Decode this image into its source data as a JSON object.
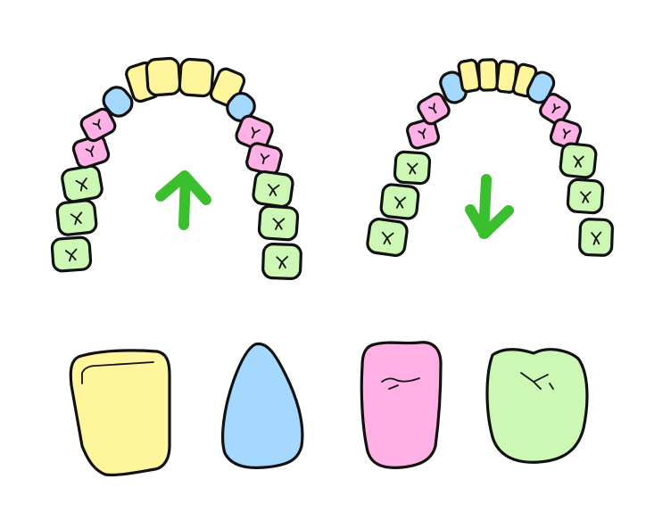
{
  "colors": {
    "incisor": "#FFF59D",
    "canine": "#A5D8FF",
    "premolar": "#FFB0E4",
    "molar": "#CCF7B5",
    "arrow": "#3CBF2F",
    "outline": "#111111"
  },
  "arches": [
    {
      "jaw": "upper",
      "arrow": "up",
      "teeth": [
        "molar",
        "molar",
        "molar",
        "premolar",
        "premolar",
        "canine",
        "incisor",
        "incisor",
        "incisor",
        "incisor",
        "canine",
        "premolar",
        "premolar",
        "molar",
        "molar",
        "molar"
      ]
    },
    {
      "jaw": "lower",
      "arrow": "down",
      "teeth": [
        "molar",
        "molar",
        "molar",
        "premolar",
        "premolar",
        "canine",
        "incisor",
        "incisor",
        "incisor",
        "incisor",
        "canine",
        "premolar",
        "premolar",
        "molar",
        "molar",
        "molar"
      ]
    }
  ],
  "legend_shapes": [
    {
      "type": "incisor",
      "icon": "incisor-tooth-icon"
    },
    {
      "type": "canine",
      "icon": "canine-tooth-icon"
    },
    {
      "type": "premolar",
      "icon": "premolar-tooth-icon"
    },
    {
      "type": "molar",
      "icon": "molar-tooth-icon"
    }
  ]
}
